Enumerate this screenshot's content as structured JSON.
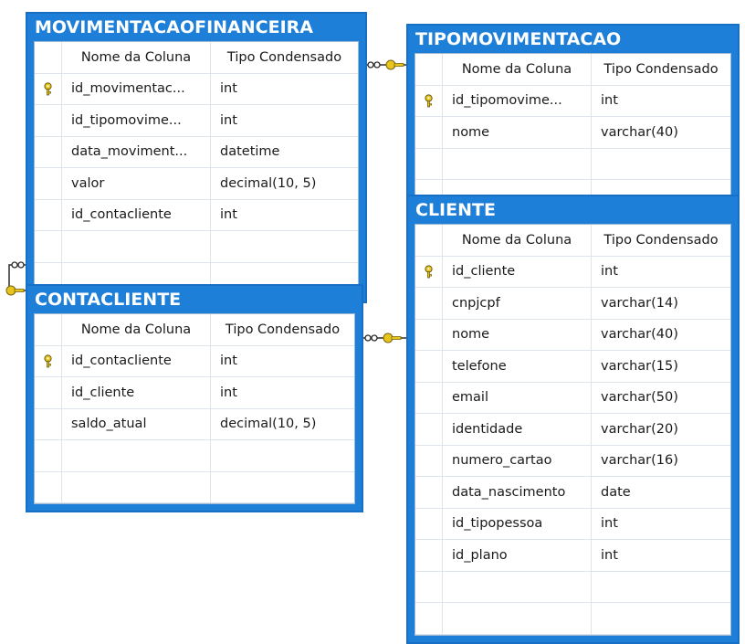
{
  "header_labels": {
    "column_name": "Nome da Coluna",
    "condensed_type": "Tipo Condensado"
  },
  "colors": {
    "entity_header": "#1e7fd8",
    "key_icon": "#e8c51c",
    "connector": "#2b2b2b"
  },
  "tables": {
    "movimentacaofinanceira": {
      "title": "MOVIMENTACAOFINANCEIRA",
      "rows": [
        {
          "pk": true,
          "name": "id_movimentac...",
          "type": "int"
        },
        {
          "pk": false,
          "name": "id_tipomovime...",
          "type": "int"
        },
        {
          "pk": false,
          "name": "data_moviment...",
          "type": "datetime"
        },
        {
          "pk": false,
          "name": "valor",
          "type": "decimal(10, 5)"
        },
        {
          "pk": false,
          "name": "id_contacliente",
          "type": "int"
        }
      ]
    },
    "tipomovimentacao": {
      "title": "TIPOMOVIMENTACAO",
      "rows": [
        {
          "pk": true,
          "name": "id_tipomovime...",
          "type": "int"
        },
        {
          "pk": false,
          "name": "nome",
          "type": "varchar(40)"
        }
      ]
    },
    "contacliente": {
      "title": "CONTACLIENTE",
      "rows": [
        {
          "pk": true,
          "name": "id_contacliente",
          "type": "int"
        },
        {
          "pk": false,
          "name": "id_cliente",
          "type": "int"
        },
        {
          "pk": false,
          "name": "saldo_atual",
          "type": "decimal(10, 5)"
        }
      ]
    },
    "cliente": {
      "title": "CLIENTE",
      "rows": [
        {
          "pk": true,
          "name": "id_cliente",
          "type": "int"
        },
        {
          "pk": false,
          "name": "cnpjcpf",
          "type": "varchar(14)"
        },
        {
          "pk": false,
          "name": "nome",
          "type": "varchar(40)"
        },
        {
          "pk": false,
          "name": "telefone",
          "type": "varchar(15)"
        },
        {
          "pk": false,
          "name": "email",
          "type": "varchar(50)"
        },
        {
          "pk": false,
          "name": "identidade",
          "type": "varchar(20)"
        },
        {
          "pk": false,
          "name": "numero_cartao",
          "type": "varchar(16)"
        },
        {
          "pk": false,
          "name": "data_nascimento",
          "type": "date"
        },
        {
          "pk": false,
          "name": "id_tipopessoa",
          "type": "int"
        },
        {
          "pk": false,
          "name": "id_plano",
          "type": "int"
        }
      ]
    }
  },
  "relationships": [
    {
      "from": "movimentacaofinanceira",
      "to": "tipomovimentacao",
      "style": "many-to-one"
    },
    {
      "from": "movimentacaofinanceira",
      "to": "contacliente",
      "style": "many-to-one"
    },
    {
      "from": "contacliente",
      "to": "cliente",
      "style": "many-to-one"
    }
  ]
}
